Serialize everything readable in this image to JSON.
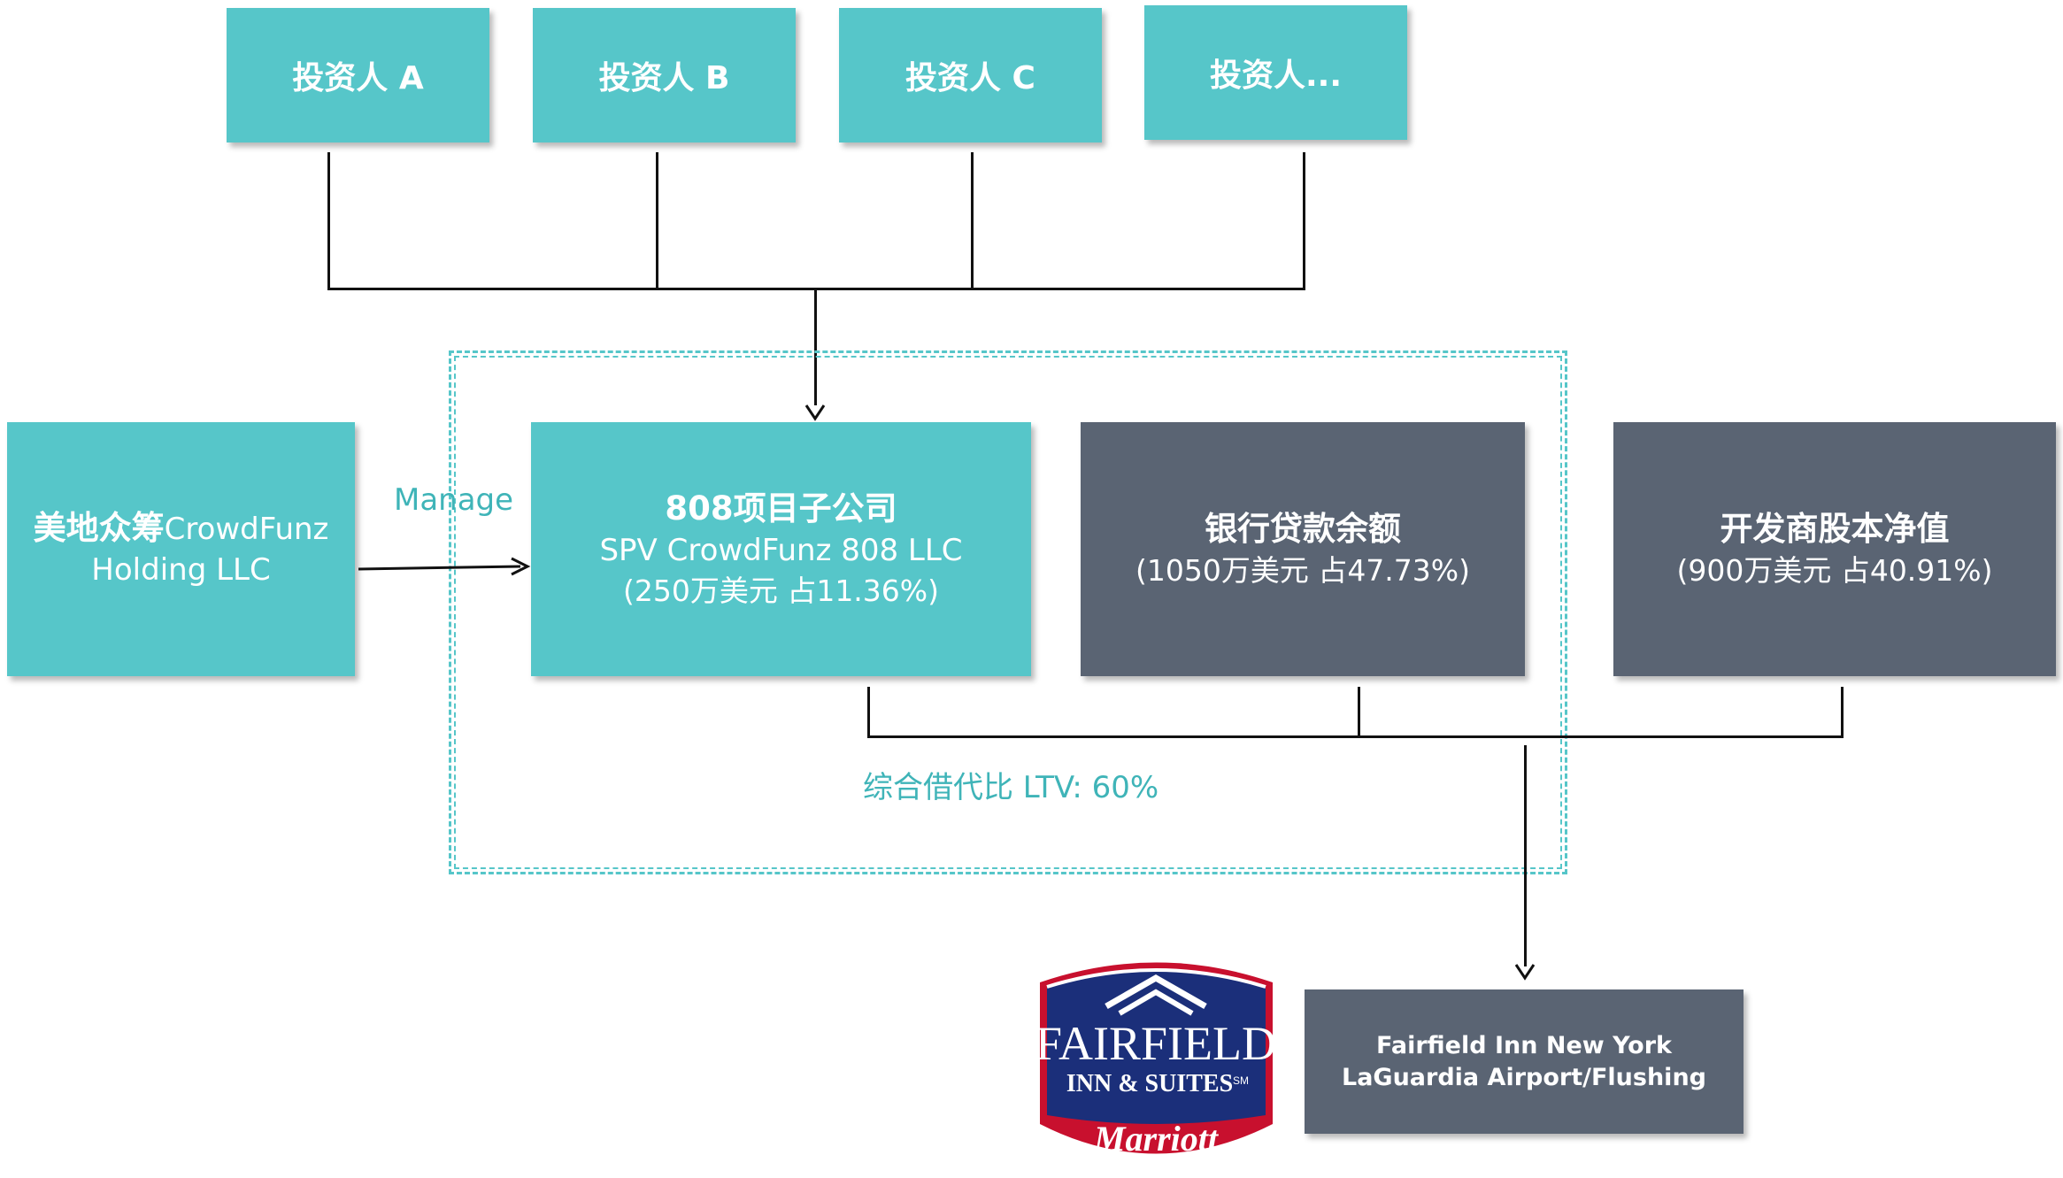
{
  "investors": [
    "投资人 A",
    "投资人 B",
    "投资人 C",
    "投资人..."
  ],
  "manager": {
    "line1_bold": "美地众筹",
    "line1_rest": "CrowdFunz",
    "line2": "Holding LLC"
  },
  "manage_label": "Manage",
  "spv": {
    "title": "808项目子公司",
    "name": "SPV CrowdFunz 808 LLC",
    "share": "(250万美元 占11.36%)"
  },
  "bank": {
    "title": "银行贷款余额",
    "share": "(1050万美元 占47.73%)"
  },
  "developer": {
    "title": "开发商股本净值",
    "share": "(900万美元 占40.91%)"
  },
  "ltv_label": "综合借代比 LTV: 60%",
  "hotel": {
    "line1": "Fairfield Inn New York",
    "line2": "LaGuardia Airport/Flushing"
  },
  "logo": {
    "brand": "FAIRFIELD",
    "sub": "INN & SUITES",
    "sm": "SM",
    "parent": "Marriott"
  },
  "colors": {
    "teal": "#56c6c9",
    "slate": "#5a6473",
    "navy": "#1b2f7a",
    "red": "#c8102e"
  }
}
